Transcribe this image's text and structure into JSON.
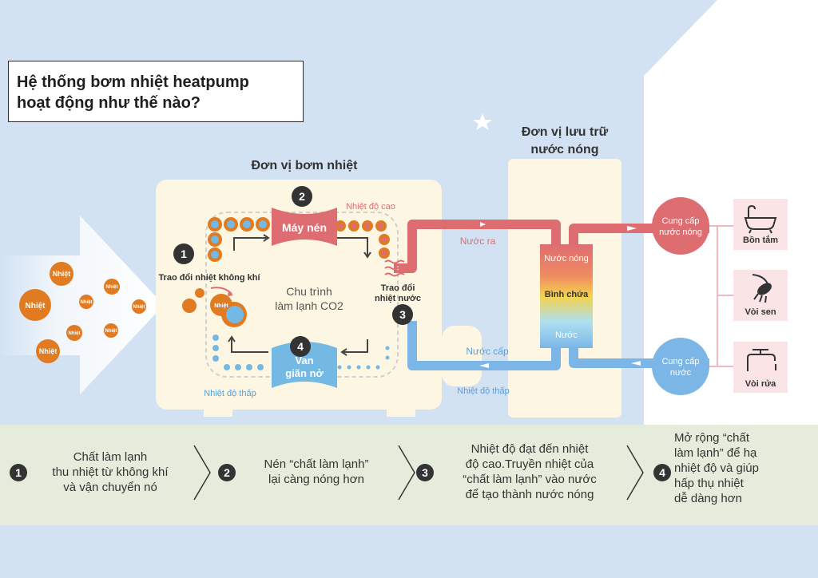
{
  "title": {
    "line1": "Hệ thống bơm nhiệt heatpump",
    "line2": "hoạt động như thế nào?"
  },
  "heat_pump_unit": {
    "label": "Đơn vị bơm nhiệt",
    "compressor": "Máy nén",
    "valve_line1": "Van",
    "valve_line2": "giãn nở",
    "cycle_line1": "Chu trình",
    "cycle_line2": "làm lạnh CO2",
    "air_exchange": "Trao đổi nhiệt không khí",
    "water_exchange_line1": "Trao đổi",
    "water_exchange_line2": "nhiệt nước",
    "high_temp": "Nhiệt độ cao",
    "low_temp": "Nhiệt độ thấp",
    "heat_label": "Nhiệt"
  },
  "storage_unit": {
    "label_line1": "Đơn vị lưu trữ",
    "label_line2": "nước nóng",
    "hot_water": "Nước nóng",
    "tank": "Bình chứa",
    "water": "Nước"
  },
  "flows": {
    "water_out": "Nước ra",
    "water_in": "Nước cấp",
    "low_temp": "Nhiệt độ thấp"
  },
  "supply": {
    "hot_line1": "Cung cấp",
    "hot_line2": "nước nóng",
    "cold_line1": "Cung cấp",
    "cold_line2": "nước"
  },
  "fixtures": {
    "bathtub": "Bồn tắm",
    "shower": "Vòi sen",
    "faucet": "Vòi rửa"
  },
  "steps": [
    {
      "num": "1",
      "lines": [
        "Chất làm lạnh",
        "thu nhiệt từ không khí",
        "và vận chuyển nó"
      ]
    },
    {
      "num": "2",
      "lines": [
        "Nén “chất làm lạnh”",
        "lại càng nóng hơn"
      ]
    },
    {
      "num": "3",
      "lines": [
        "Nhiệt độ đạt đến nhiệt",
        "độ cao.Truyền nhiệt của",
        "“chất làm lạnh” vào nước",
        "để tạo thành nước nóng"
      ]
    },
    {
      "num": "4",
      "lines": [
        "Mở rộng “chất",
        "làm lạnh” để hạ",
        "nhiệt độ và giúp",
        "hấp thụ nhiệt",
        "dễ dàng hơn"
      ]
    }
  ],
  "step_badges": [
    "1",
    "2",
    "3",
    "4"
  ],
  "colors": {
    "background": "#d3e2f3",
    "unit_fill": "#fdf6e3",
    "hot": "#de6d71",
    "cold": "#7cb6e6",
    "heat_orange": "#e07b22",
    "step_band": "#e6ecdc"
  }
}
